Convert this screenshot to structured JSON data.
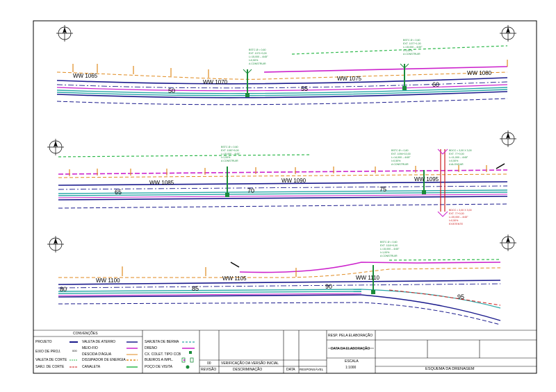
{
  "strips": [
    {
      "ww_labels": [
        "WW 1065",
        "WW 1070",
        "WW 1075",
        "WW 1080"
      ],
      "stations": [
        "50",
        "55",
        "60"
      ],
      "callouts": [
        {
          "lines": [
            "BSTC Ø = 0,60",
            "EXT. 1071+0,00",
            "L=15,000 – 4/45°",
            "I=0,50%",
            "A CONSTRUIR"
          ]
        },
        {
          "lines": [
            "BSTC Ø = 0,60",
            "EXT. 1077+1,00",
            "L=15,000 – 4/45°",
            "I=1,00%",
            "A CONSTRUIR"
          ]
        }
      ]
    },
    {
      "ww_labels": [
        "WW 1085",
        "WW 1090",
        "WW 1095"
      ],
      "stations": [
        "65",
        "70",
        "75"
      ],
      "callouts": [
        {
          "lines": [
            "BSTC Ø = 0,60",
            "EXT. 1087+5,00",
            "L=15,000 – 4/45°",
            "I=1,00%",
            "A CONSTRUIR"
          ]
        },
        {
          "lines": [
            "BSTC Ø = 0,60",
            "EXT. 1094+10,00",
            "L=14,000 – 4/45°",
            "I=0,50%",
            "A CONSTRUIR"
          ]
        },
        {
          "lines": [
            "BDCC = 3,00 X 3,00",
            "EXT. 77+0,00",
            "L=11,000 – 4/45°",
            "I=0,50%",
            "A ALONGAR"
          ]
        },
        {
          "lines": [
            "BDCC = 3,00 X 3,00",
            "EXT. 77+0,00",
            "L=30,000 – 4/45°",
            "I=0,50%",
            "EXISTENTE"
          ]
        }
      ]
    },
    {
      "ww_labels": [
        "WW 1100",
        "WW 1105",
        "WW 1110"
      ],
      "stations": [
        "80",
        "85",
        "90",
        "95"
      ],
      "callouts": [
        {
          "lines": [
            "BSTC Ø = 0,60",
            "EXT. 1110+0,00",
            "L=15,000 – 4/45°",
            "I=1,00%",
            "A CONSTRUIR"
          ]
        }
      ]
    }
  ],
  "legend": {
    "title": "CONVENÇÕES",
    "col1": [
      "PROJETO",
      "EIXO DE PROJ.",
      "VALETA DE CORTE",
      "SARJ. DE CORTE"
    ],
    "col2": [
      "VALETA DE ATERRO",
      "MEIO-FIO",
      "DESCIDA D'ÁGUA",
      "DISSIPADOR DE ENERGIA",
      "CANALETA"
    ],
    "col3": [
      "SARJETA DE BERMA",
      "DRENO",
      "CX. COLET. TIPO CCB",
      "BUEIROS A IMPL.",
      "POÇO DE VISITA"
    ]
  },
  "revision": {
    "number": "00",
    "description": "VERIFICAÇÃO DA VERSÃO INICIAL",
    "headers": [
      "REVISÃO",
      "DESCRIMINAÇÃO",
      "DATA",
      "RESPONSÁVEL"
    ]
  },
  "title_block": {
    "resp": "RESP. PELA ELABORAÇÃO",
    "date": "DATA DA ELABORAÇÃO",
    "scale_label": "ESCALA",
    "scale": "1:1000",
    "drawing_title": "ESQUEMA DA DRENAGEM"
  },
  "colors": {
    "road_blue": "#1a1a8c",
    "edge_cyan": "#2aa8a8",
    "drain_magenta": "#cc22cc",
    "crest_orange": "#e08a1e",
    "culvert_green": "#1a8c3a",
    "existing_red": "#cc1a1a"
  }
}
